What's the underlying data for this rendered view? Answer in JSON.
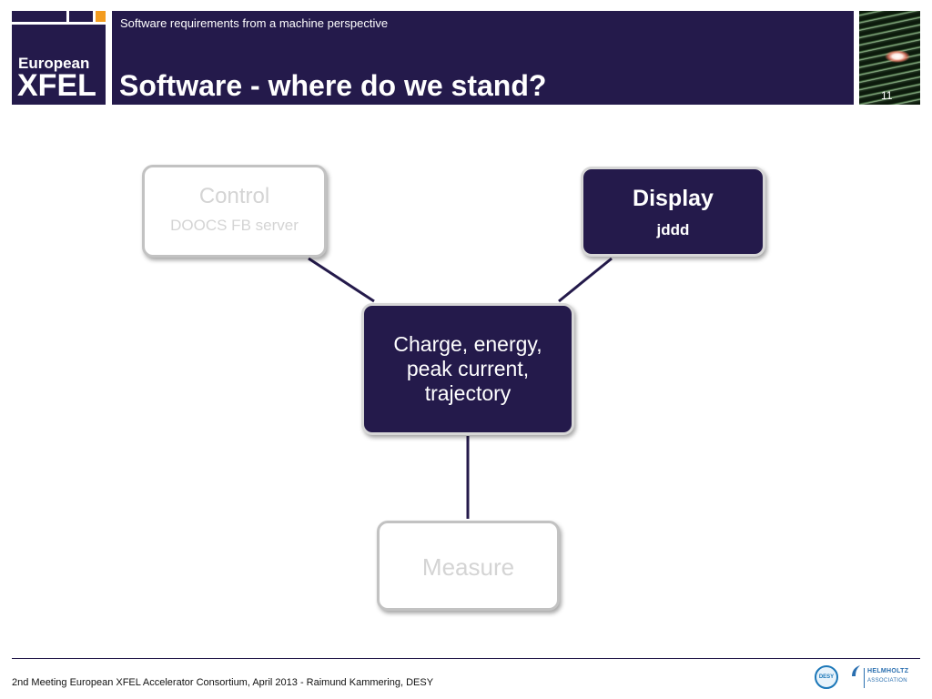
{
  "header": {
    "subtitle": "Software requirements from a machine perspective",
    "title": "Software - where do we stand?",
    "page_number": "11",
    "logo": {
      "line1": "European",
      "line2": "XFEL"
    },
    "colors": {
      "brand": "#241a4b",
      "accent_orange": "#f39c1f",
      "divider_gray": "#c9c9c9"
    }
  },
  "diagram": {
    "nodes": [
      {
        "id": "control",
        "title": "Control",
        "subtitle": "DOOCS FB server",
        "style": "light"
      },
      {
        "id": "display",
        "title": "Display",
        "subtitle": "jddd",
        "style": "dark"
      },
      {
        "id": "center",
        "text": "Charge, energy, peak current, trajectory",
        "style": "dark"
      },
      {
        "id": "measure",
        "title": "Measure",
        "style": "light"
      }
    ],
    "edges": [
      {
        "from": "center",
        "to": "control"
      },
      {
        "from": "center",
        "to": "display"
      },
      {
        "from": "center",
        "to": "measure"
      }
    ]
  },
  "footer": {
    "text": "2nd Meeting European XFEL Accelerator Consortium, April 2013 - Raimund Kammering, DESY",
    "logos": {
      "desy": "DESY",
      "helmholtz": "HELMHOLTZ",
      "helmholtz_sub": "ASSOCIATION"
    }
  }
}
